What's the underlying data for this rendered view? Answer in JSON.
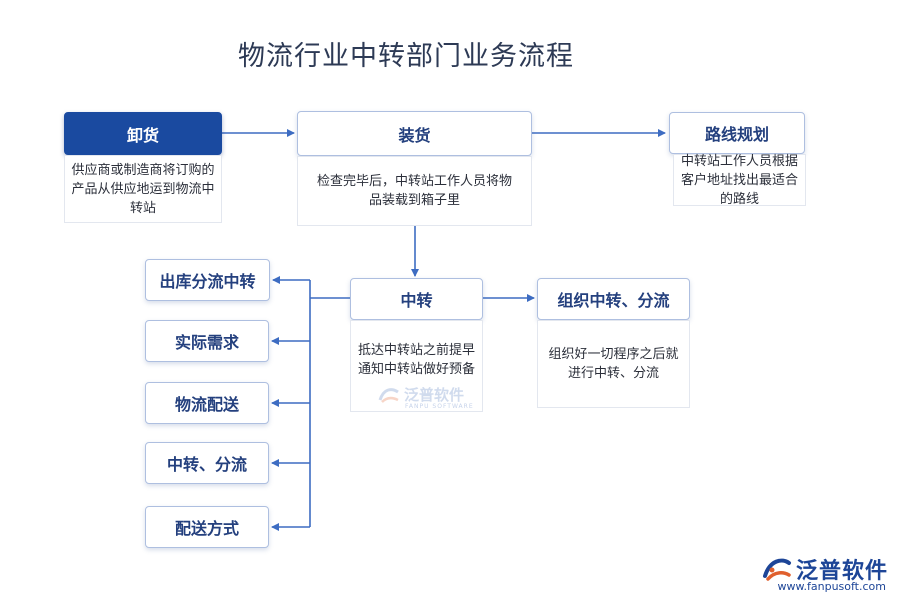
{
  "title": "物流行业中转部门业务流程",
  "nodes": {
    "unload": {
      "label": "卸货",
      "desc": "供应商或制造商将订购的产品从供应地运到物流中转站"
    },
    "load": {
      "label": "装货",
      "desc": "检查完毕后，中转站工作人员将物品装载到箱子里"
    },
    "route": {
      "label": "路线规划",
      "desc": "中转站工作人员根据客户地址找出最适合的路线"
    },
    "transfer": {
      "label": "中转",
      "desc": "抵达中转站之前提早通知中转站做好预备"
    },
    "organize": {
      "label": "组织中转、分流",
      "desc": "组织好一切程序之后就进行中转、分流"
    },
    "outbound": {
      "label": "出库分流中转"
    },
    "demand": {
      "label": "实际需求"
    },
    "delivery": {
      "label": "物流配送"
    },
    "split": {
      "label": "中转、分流"
    },
    "method": {
      "label": "配送方式"
    }
  },
  "watermark": {
    "text": "泛普软件",
    "sub": "FANPU SOFTWARE"
  },
  "brand": {
    "name": "泛普软件",
    "url": "www.fanpusoft.com"
  },
  "colors": {
    "primary": "#1a4aa0",
    "connector": "#3d6cc2",
    "border": "#aebfe0"
  }
}
